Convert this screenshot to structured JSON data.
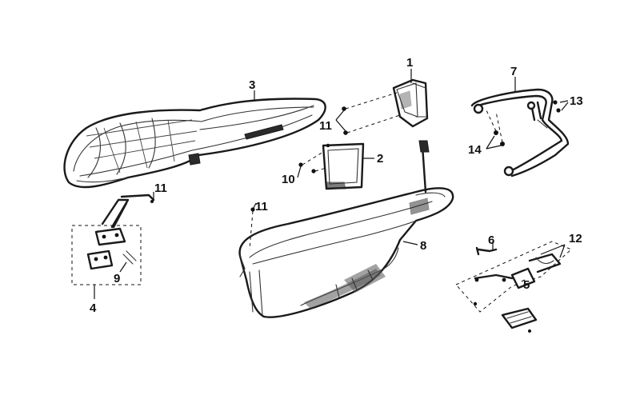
{
  "callouts": {
    "c1": "1",
    "c2": "2",
    "c3": "3",
    "c4": "4",
    "c5": "5",
    "c6": "6",
    "c7": "7",
    "c8": "8",
    "c9": "9",
    "c10": "10",
    "c11_top": "11",
    "c11_left": "11",
    "c11_mid": "11",
    "c12": "12",
    "c13": "13",
    "c14": "14"
  }
}
